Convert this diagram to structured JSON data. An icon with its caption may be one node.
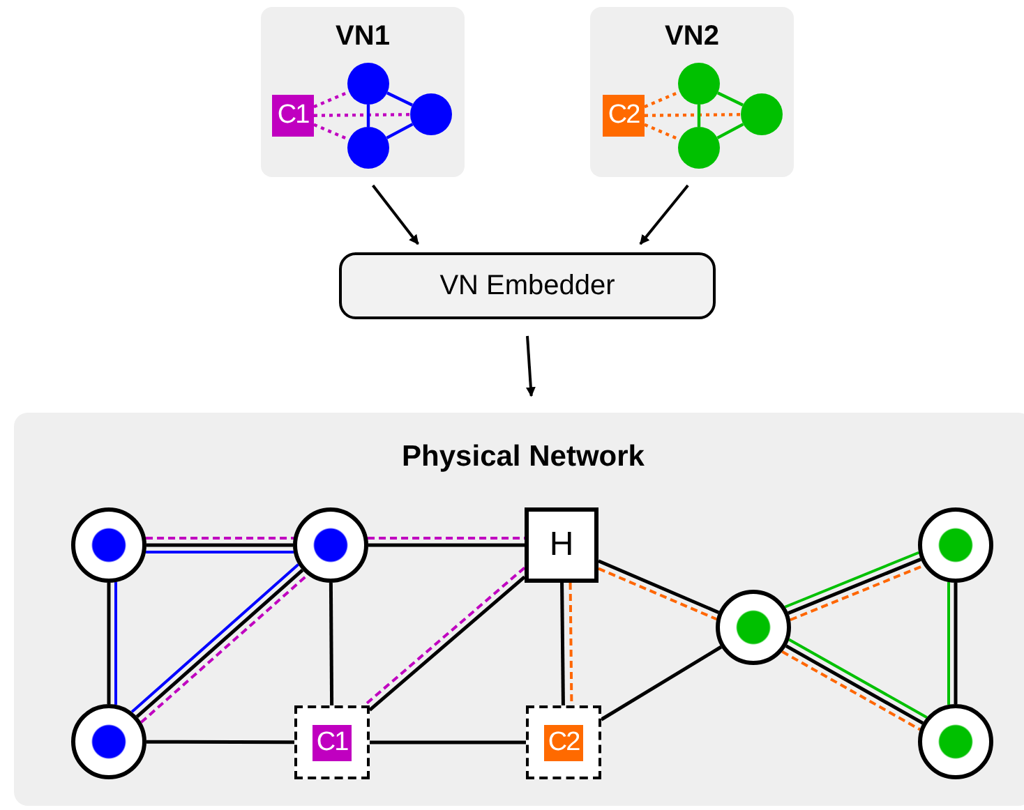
{
  "diagram": {
    "nodes": [
      {
        "text": [
          "VN1"
        ]
      },
      {
        "text": [
          "C1"
        ],
        "in": 0
      },
      {
        "text": [],
        "shape": "circle",
        "in": 0
      },
      {
        "text": [],
        "shape": "circle",
        "in": 0
      },
      {
        "text": [],
        "shape": "circle",
        "in": 0
      },
      {
        "text": [
          "VN2"
        ]
      },
      {
        "text": [
          "C2"
        ],
        "in": 5
      },
      {
        "text": [],
        "shape": "circle",
        "in": 5
      },
      {
        "text": [],
        "shape": "circle",
        "in": 5
      },
      {
        "text": [],
        "shape": "circle",
        "in": 5
      },
      {
        "text": [
          "VN Embedder"
        ]
      },
      {
        "text": [
          "Physical Network"
        ]
      },
      {
        "text": [],
        "shape": "circle",
        "in": 11
      },
      {
        "text": [],
        "shape": "circle",
        "in": 11
      },
      {
        "text": [
          "H"
        ],
        "in": 11
      },
      {
        "text": [],
        "shape": "circle",
        "in": 11
      },
      {
        "text": [],
        "shape": "circle",
        "in": 11
      },
      {
        "text": [],
        "shape": "circle",
        "in": 11
      },
      {
        "text": [
          "C1"
        ],
        "in": 11
      },
      {
        "text": [
          "C2"
        ],
        "in": 11
      },
      {
        "text": [],
        "shape": "circle",
        "in": 11
      }
    ],
    "edges": [
      {
        "from": 1,
        "to": 2,
        "arrow": "none",
        "style": "dashed",
        "color": "#c000c0"
      },
      {
        "from": 1,
        "to": 3,
        "arrow": "none",
        "style": "dashed",
        "color": "#c000c0"
      },
      {
        "from": 1,
        "to": 4,
        "arrow": "none",
        "style": "dashed",
        "color": "#c000c0"
      },
      {
        "from": 2,
        "to": 3,
        "arrow": "none",
        "color": "#0000ff"
      },
      {
        "from": 2,
        "to": 4,
        "arrow": "none",
        "color": "#0000ff"
      },
      {
        "from": 4,
        "to": 3,
        "arrow": "none",
        "color": "#0000ff"
      },
      {
        "from": 6,
        "to": 7,
        "arrow": "none",
        "style": "dashed",
        "color": "#ff6600"
      },
      {
        "from": 6,
        "to": 8,
        "arrow": "none",
        "style": "dashed",
        "color": "#ff6600"
      },
      {
        "from": 6,
        "to": 9,
        "arrow": "none",
        "style": "dashed",
        "color": "#ff6600"
      },
      {
        "from": 7,
        "to": 8,
        "arrow": "none",
        "color": "#00c000"
      },
      {
        "from": 7,
        "to": 9,
        "arrow": "none",
        "color": "#00c000"
      },
      {
        "from": 9,
        "to": 8,
        "arrow": "none",
        "color": "#00c000"
      },
      {
        "from": 0,
        "to": 10,
        "arrow": "to"
      },
      {
        "from": 5,
        "to": 10,
        "arrow": "to"
      },
      {
        "from": 10,
        "to": 11,
        "arrow": "to"
      },
      {
        "from": 12,
        "to": 13,
        "arrow": "none"
      },
      {
        "from": 12,
        "to": 17,
        "arrow": "none"
      },
      {
        "from": 17,
        "to": 13,
        "arrow": "none"
      },
      {
        "from": 13,
        "to": 14,
        "arrow": "none"
      },
      {
        "from": 13,
        "to": 18,
        "arrow": "none"
      },
      {
        "from": 14,
        "to": 18,
        "arrow": "none"
      },
      {
        "from": 14,
        "to": 19,
        "arrow": "none"
      },
      {
        "from": 14,
        "to": 15,
        "arrow": "none"
      },
      {
        "from": 19,
        "to": 15,
        "arrow": "none"
      },
      {
        "from": 15,
        "to": 16,
        "arrow": "none"
      },
      {
        "from": 15,
        "to": 20,
        "arrow": "none"
      },
      {
        "from": 16,
        "to": 20,
        "arrow": "none"
      },
      {
        "from": 17,
        "to": 18,
        "arrow": "none"
      },
      {
        "from": 18,
        "to": 19,
        "arrow": "none"
      },
      {
        "from": 12,
        "to": 13,
        "arrow": "none",
        "color": "#0000ff"
      },
      {
        "from": 12,
        "to": 13,
        "arrow": "none",
        "style": "dashed",
        "color": "#c000c0"
      },
      {
        "from": 12,
        "to": 17,
        "arrow": "none",
        "color": "#0000ff"
      },
      {
        "from": 17,
        "to": 13,
        "arrow": "none",
        "color": "#0000ff"
      },
      {
        "from": 17,
        "to": 13,
        "arrow": "none",
        "style": "dashed",
        "color": "#c000c0"
      },
      {
        "from": 13,
        "to": 14,
        "arrow": "none",
        "style": "dashed",
        "color": "#c000c0"
      },
      {
        "from": 14,
        "to": 18,
        "arrow": "none",
        "style": "dashed",
        "color": "#c000c0"
      },
      {
        "from": 14,
        "to": 19,
        "arrow": "none",
        "style": "dashed",
        "color": "#ff6600"
      },
      {
        "from": 14,
        "to": 15,
        "arrow": "none",
        "style": "dashed",
        "color": "#ff6600"
      },
      {
        "from": 15,
        "to": 16,
        "arrow": "none",
        "color": "#00c000"
      },
      {
        "from": 15,
        "to": 16,
        "arrow": "none",
        "style": "dashed",
        "color": "#ff6600"
      },
      {
        "from": 15,
        "to": 20,
        "arrow": "none",
        "color": "#00c000"
      },
      {
        "from": 15,
        "to": 20,
        "arrow": "none",
        "style": "dashed",
        "color": "#ff6600"
      },
      {
        "from": 16,
        "to": 20,
        "arrow": "none",
        "color": "#00c000"
      }
    ]
  }
}
